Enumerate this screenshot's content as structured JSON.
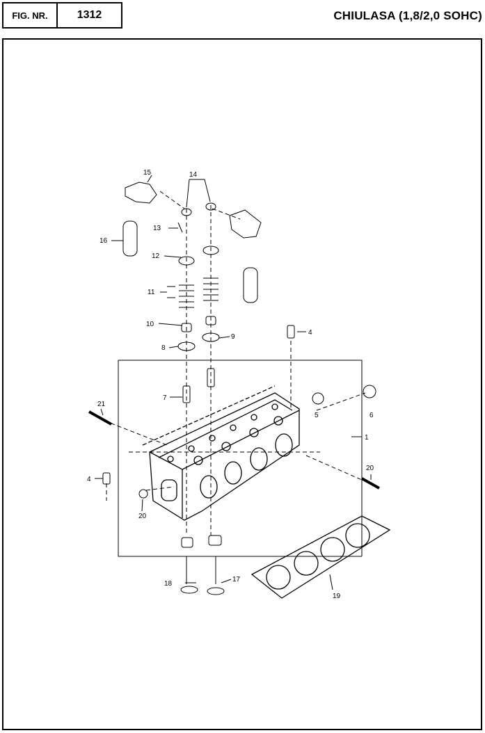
{
  "header": {
    "fig_label": "FIG. NR.",
    "fig_number": "1312",
    "title": "CHIULASA (1,8/2,0 SOHC)"
  },
  "callouts": {
    "c1": "1",
    "c4a": "4",
    "c4b": "4",
    "c5": "5",
    "c6": "6",
    "c7": "7",
    "c8": "8",
    "c9": "9",
    "c10": "10",
    "c11": "11",
    "c12": "12",
    "c13": "13",
    "c14": "14",
    "c15": "15",
    "c16": "16",
    "c17": "17",
    "c18": "18",
    "c19": "19",
    "c20a": "20",
    "c20b": "20",
    "c21": "21"
  }
}
